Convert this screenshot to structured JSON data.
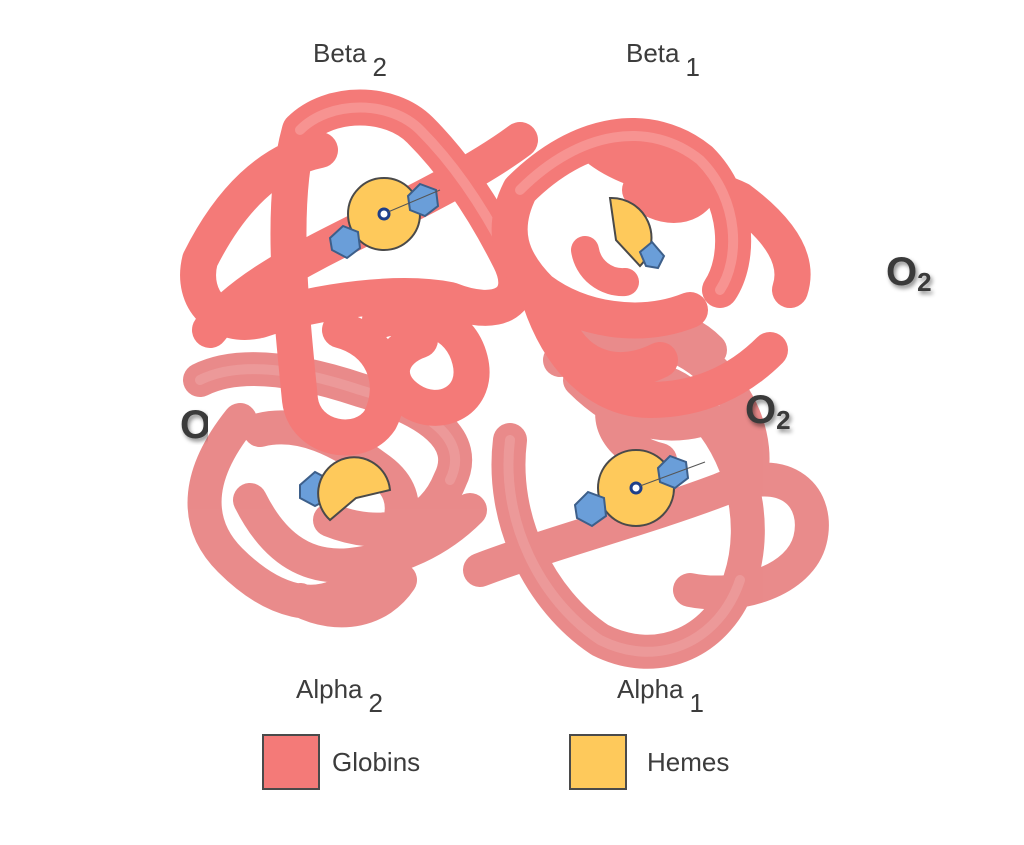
{
  "labels": {
    "beta2": {
      "name": "Beta",
      "sub": "2"
    },
    "beta1": {
      "name": "Beta",
      "sub": "1"
    },
    "alpha2": {
      "name": "Alpha",
      "sub": "2"
    },
    "alpha1": {
      "name": "Alpha",
      "sub": "1"
    }
  },
  "oxygen": {
    "symbol": "O",
    "sub": "2"
  },
  "legend": [
    {
      "label": "Globins",
      "color": "#f47a78"
    },
    {
      "label": "Hemes",
      "color": "#fec95b"
    }
  ],
  "colors": {
    "globin": "#f47a78",
    "globin_light": "#ec8484",
    "heme": "#fec95b",
    "heme_ring": "#6a9ed9",
    "iron": "#1e3f8a"
  }
}
